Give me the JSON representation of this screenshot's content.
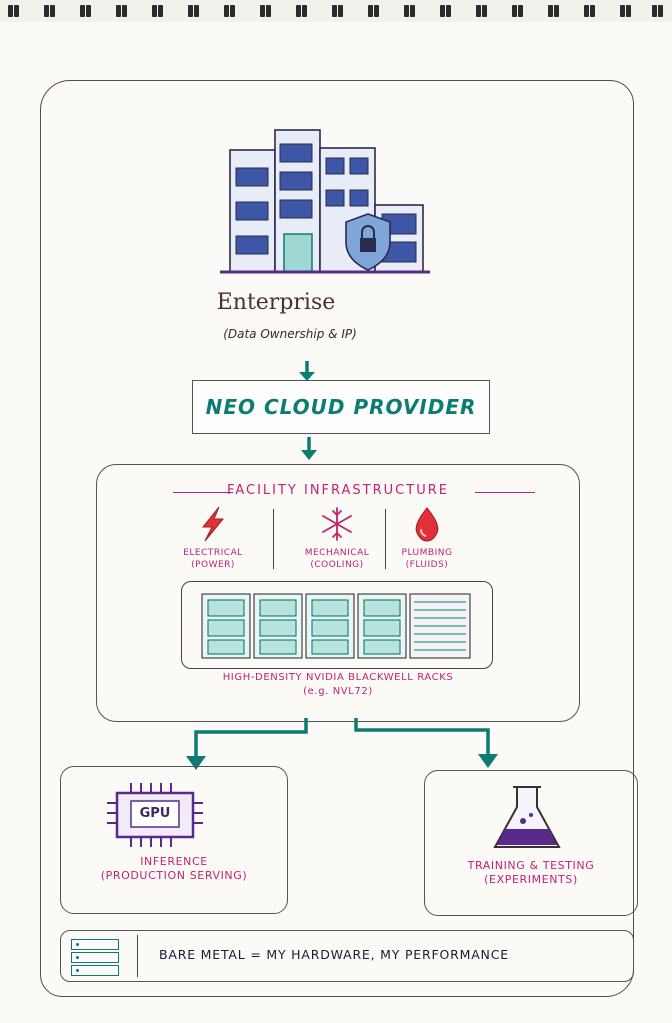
{
  "enterprise": {
    "title": "Enterprise",
    "subtitle": "(Data Ownership & IP)",
    "icon": "office-building-with-security-shield"
  },
  "provider": {
    "label": "NEO CLOUD PROVIDER"
  },
  "facility": {
    "title": "FACILITY INFRASTRUCTURE",
    "utilities": [
      {
        "name": "ELECTRICAL",
        "detail": "(POWER)",
        "icon": "lightning-bolt"
      },
      {
        "name": "MECHANICAL",
        "detail": "(COOLING)",
        "icon": "snowflake"
      },
      {
        "name": "PLUMBING",
        "detail": "(FLUIDS)",
        "icon": "water-drop"
      }
    ],
    "racks_caption": "HIGH-DENSITY NVIDIA BLACKWELL RACKS",
    "racks_example": "(e.g. NVL72)"
  },
  "workloads": [
    {
      "chip_text": "GPU",
      "name": "INFERENCE",
      "detail": "(PRODUCTION SERVING)",
      "icon": "gpu-chip"
    },
    {
      "name": "TRAINING & TESTING",
      "detail": "(EXPERIMENTS)",
      "icon": "lab-flask"
    }
  ],
  "footer": {
    "text": "BARE METAL = MY HARDWARE, MY PERFORMANCE",
    "icon": "server-stack"
  },
  "colors": {
    "teal": "#0c7c73",
    "magenta": "#c3236b",
    "red": "#e0313a",
    "purple": "#5a2a8a",
    "blue": "#3d56a6"
  }
}
